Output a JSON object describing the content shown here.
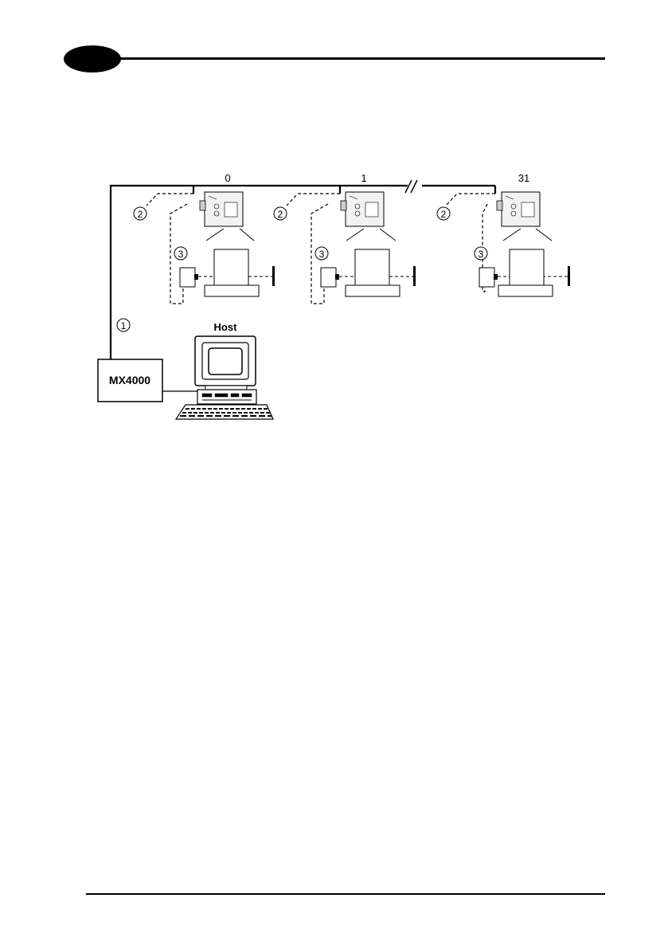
{
  "header": {
    "tab_label": ""
  },
  "diagram": {
    "node_labels": [
      "0",
      "1",
      "31"
    ],
    "callouts": [
      "1",
      "2",
      "3"
    ],
    "controller_label": "MX4000",
    "host_label": "Host"
  }
}
